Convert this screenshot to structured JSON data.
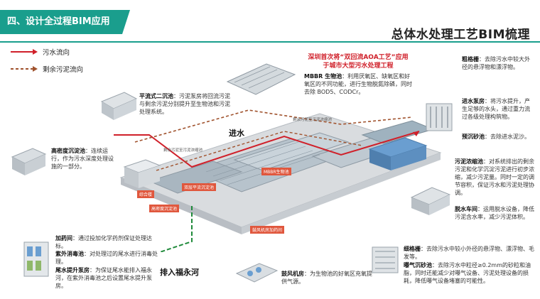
{
  "header": {
    "section": "四、设计全过程BIM应用",
    "title": "总体水处理工艺BIM梳理"
  },
  "legend": [
    {
      "label": "污水流向",
      "color": "#d0202a"
    },
    {
      "label": "剩余污泥流向",
      "color": "#a0522d"
    }
  ],
  "callout": {
    "line1": "深圳首次将“双回流AOA工艺”应用",
    "line2": "于城市大型污水处理工程"
  },
  "flow_labels": {
    "inlet": "进水",
    "outlet": "排入福永河"
  },
  "plant_tags": [
    "综合楼",
    "高密度沉淀池",
    "MBBR生物池",
    "双层平流沉淀池",
    "鼓风机房加药间"
  ],
  "route_tags": [
    "剩余污泥至污泥浓缩池",
    "剩余污泥至污泥浓缩池"
  ],
  "notes": {
    "mbbr": {
      "title": "MBBR 生物池",
      "text": "：利用厌氧区、缺氧区和好氧区的不同功能，进行生物脱氮除磷，同时去除 BOD5、CODCr。"
    },
    "sedimentation": {
      "title": "平流式二沉池",
      "text": "：污泥泵房将回流污泥与剩余污泥分别提升至生物池和污泥处理系统。"
    },
    "high_density": {
      "title": "高密度沉淀池",
      "text": "：连续运行，作为污水深度处理设施的一部分。"
    },
    "dosing": {
      "title": "加药间",
      "text": "：通过投加化学药剂保证处理达标。"
    },
    "uv": {
      "title": "紫外消毒池",
      "text": "：对处理过的尾水进行消毒处理。"
    },
    "tail_pump": {
      "title": "尾水提升泵房",
      "text": "：为保证尾水能排入福永河，在紫外消毒池之后设置尾水提升泵房。"
    },
    "blower": {
      "title": "鼓风机房",
      "text": "：为生物池的好氧区充氧提供气源。"
    },
    "coarse_screen": {
      "title": "粗格栅",
      "text": "：去除污水中较大外径的悬浮物和漂浮物。"
    },
    "inlet_pump": {
      "title": "进水泵房",
      "text": "：将污水提升，产生足够的水头，通过重力流过各级处理构筑物。"
    },
    "pre_sand": {
      "title": "预沉砂池",
      "text": "：去除进水泥沙。"
    },
    "thickener": {
      "title": "污泥浓缩池",
      "text": "：对系统排出的剩余污泥和化学沉淀污泥进行初步浓缩，减少污泥量。同时一定的调节容积，保证污水和污泥处理协调。"
    },
    "dewatering": {
      "title": "脱水车间",
      "text": "：运用脱水设备，降低污泥含水率，减少污泥体积。"
    },
    "fine_screen": {
      "title": "细格栅",
      "text": "：去除污水中较小外径的悬浮物、漂浮物、毛发等。"
    },
    "aerated_grit": {
      "title": "曝气沉砂池",
      "text": "：去除污水中粒径≥0.2mm的砂粒和油脂，同时还能减少对曝气设备、污泥处理设备的损耗，降低曝气设备堵塞的可能性。"
    }
  },
  "colors": {
    "accent": "#1a9e8d",
    "sewage_flow": "#d0202a",
    "sludge_flow": "#a0522d"
  }
}
